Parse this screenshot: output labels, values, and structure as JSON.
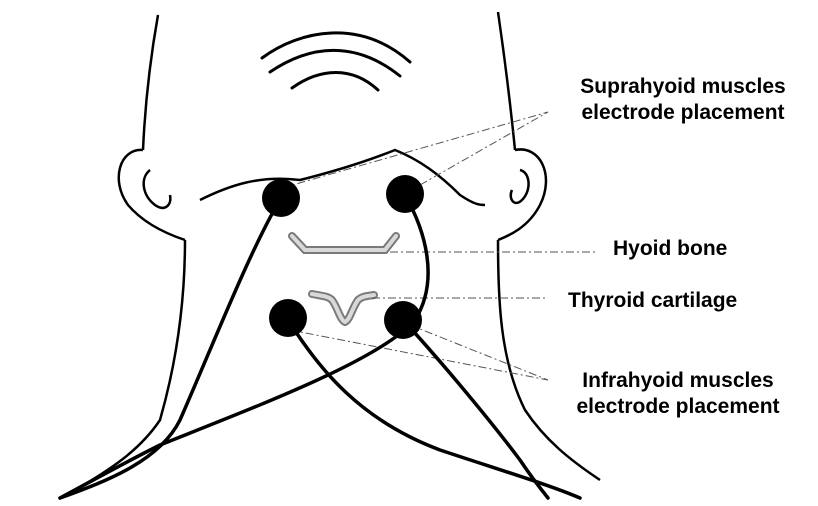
{
  "labels": {
    "suprahyoid_line1": "Suprahyoid muscles",
    "suprahyoid_line2": "electrode placement",
    "hyoid_bone": "Hyoid bone",
    "thyroid_cartilage": "Thyroid cartilage",
    "infrahyoid_line1": "Infrahyoid muscles",
    "infrahyoid_line2": "electrode placement"
  },
  "colors": {
    "outline": "#000000",
    "electrode": "#000000",
    "bone_fill": "#d9d9d9",
    "bone_stroke": "#7a7a7a",
    "leader_line": "#555555"
  }
}
